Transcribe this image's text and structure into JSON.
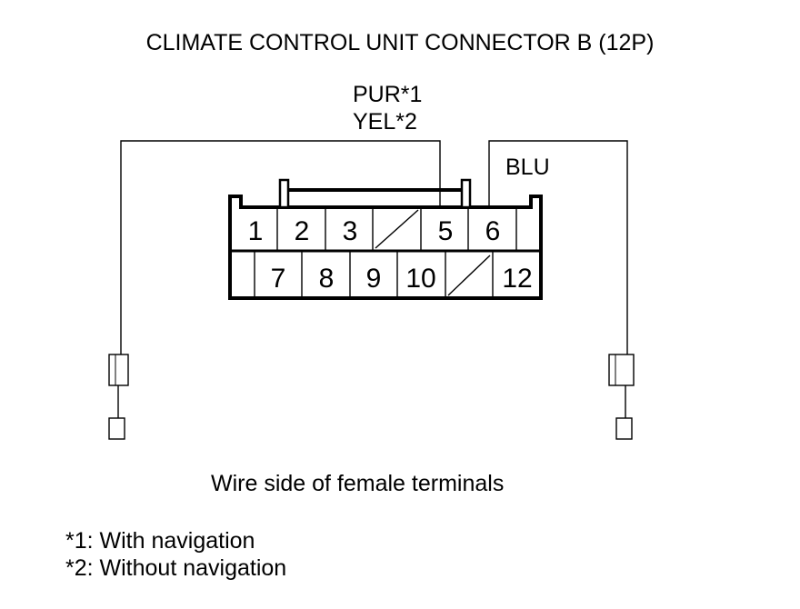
{
  "diagram": {
    "title": "CLIMATE CONTROL UNIT CONNECTOR B (12P)",
    "wire_label_pin5_line1": "PUR*1",
    "wire_label_pin5_line2": "YEL*2",
    "wire_label_pin6": "BLU",
    "connector": {
      "pins_top_row": [
        "1",
        "2",
        "3",
        "",
        "5",
        "6",
        ""
      ],
      "pins_bottom_row": [
        "",
        "7",
        "8",
        "9",
        "10",
        "",
        "12"
      ],
      "empty_cavities": [
        "4",
        "11"
      ]
    },
    "caption": "Wire side of female terminals",
    "notes": [
      "*1: With navigation",
      "*2: Without navigation"
    ]
  }
}
